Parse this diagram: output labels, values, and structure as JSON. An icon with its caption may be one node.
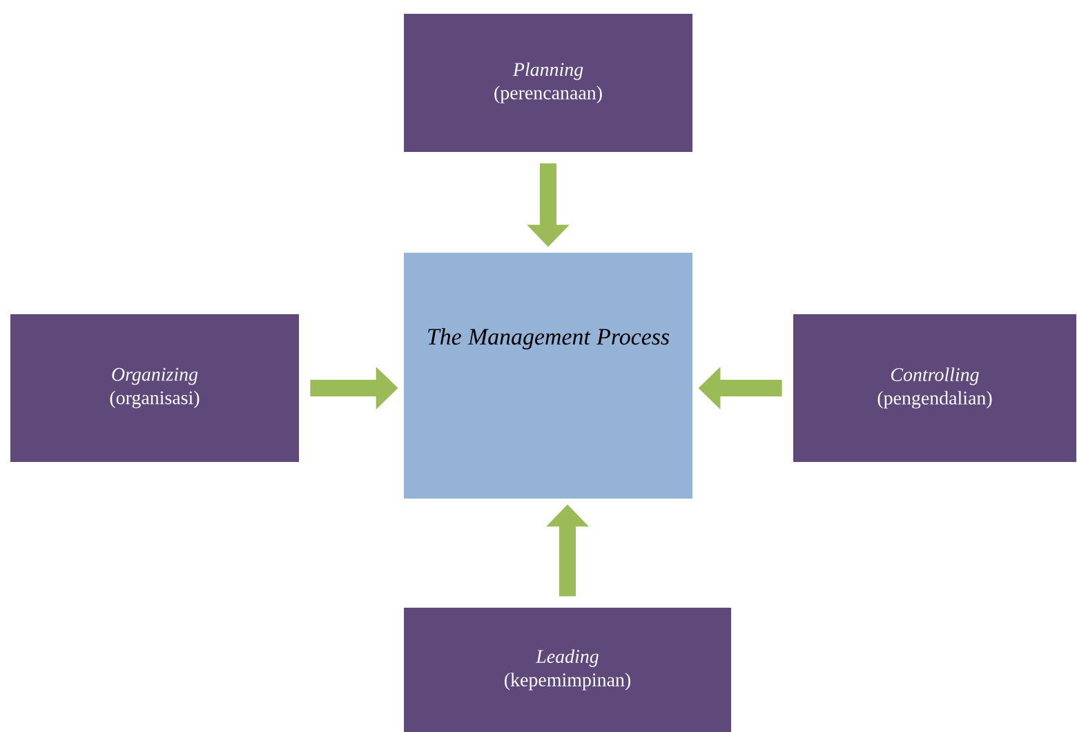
{
  "diagram": {
    "nodes": [
      {
        "text": [
          "The Management Process"
        ]
      },
      {
        "text": [
          "Planning",
          "(perencanaan)"
        ]
      },
      {
        "text": [
          "Organizing",
          "(organisasi)"
        ]
      },
      {
        "text": [
          "Controlling",
          "(pengendalian)"
        ]
      },
      {
        "text": [
          "Leading",
          "(kepemimpinan)"
        ]
      }
    ],
    "edges": [
      {
        "from": 1,
        "to": 0,
        "arrow": "to"
      },
      {
        "from": 2,
        "to": 0,
        "arrow": "to"
      },
      {
        "from": 3,
        "to": 0,
        "arrow": "to"
      },
      {
        "from": 4,
        "to": 0,
        "arrow": "to"
      }
    ]
  }
}
